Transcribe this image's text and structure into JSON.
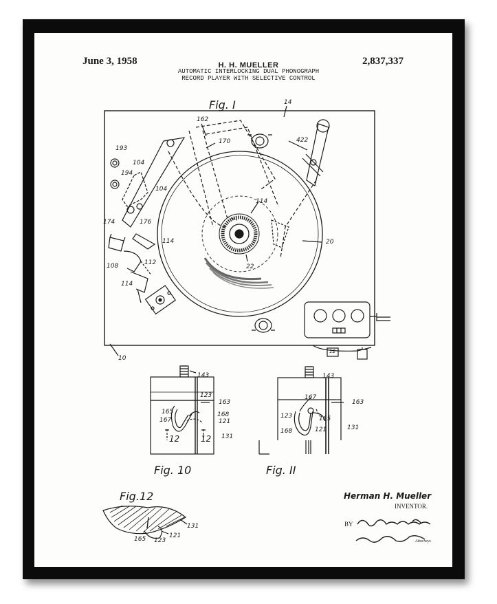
{
  "header": {
    "date": "June 3, 1958",
    "inventor_name": "H. H. MUELLER",
    "title_line1": "AUTOMATIC INTERLOCKING DUAL PHONOGRAPH",
    "title_line2": "RECORD PLAYER WITH SELECTIVE CONTROL",
    "patent_number": "2,837,337"
  },
  "figures": {
    "fig1": "Fig. I",
    "fig10": "Fig. 10",
    "fig11": "Fig. II",
    "fig12": "Fig.12"
  },
  "fig1_labels": {
    "l14": "14",
    "l162": "162",
    "l170": "170",
    "l422": "422",
    "l193": "193",
    "l104a": "104",
    "l194": "194",
    "l104b": "104",
    "l114a": "114",
    "l174": "174",
    "l176": "176",
    "l114b": "114",
    "l20": "20",
    "l112": "112",
    "l108": "108",
    "l114c": "114",
    "l22": "22",
    "l10": "10",
    "l12": "12"
  },
  "fig10_labels": {
    "l143": "143",
    "l123": "123",
    "l163": "163",
    "l165": "165",
    "l168": "168",
    "l167": "167",
    "l121": "121",
    "l12a": "12",
    "l12b": "12",
    "l131": "131"
  },
  "fig11_labels": {
    "l143": "143",
    "l167": "167",
    "l163": "163",
    "l123": "123",
    "l165": "165",
    "l168": "168",
    "l121": "121",
    "l131": "131"
  },
  "fig12_labels": {
    "l131": "131",
    "l121": "121",
    "l165": "165",
    "l123": "123"
  },
  "signature": {
    "inventor": "Herman H. Mueller",
    "inventor_caption": "INVENTOR.",
    "by": "BY",
    "attorneys": "Attorneys"
  }
}
